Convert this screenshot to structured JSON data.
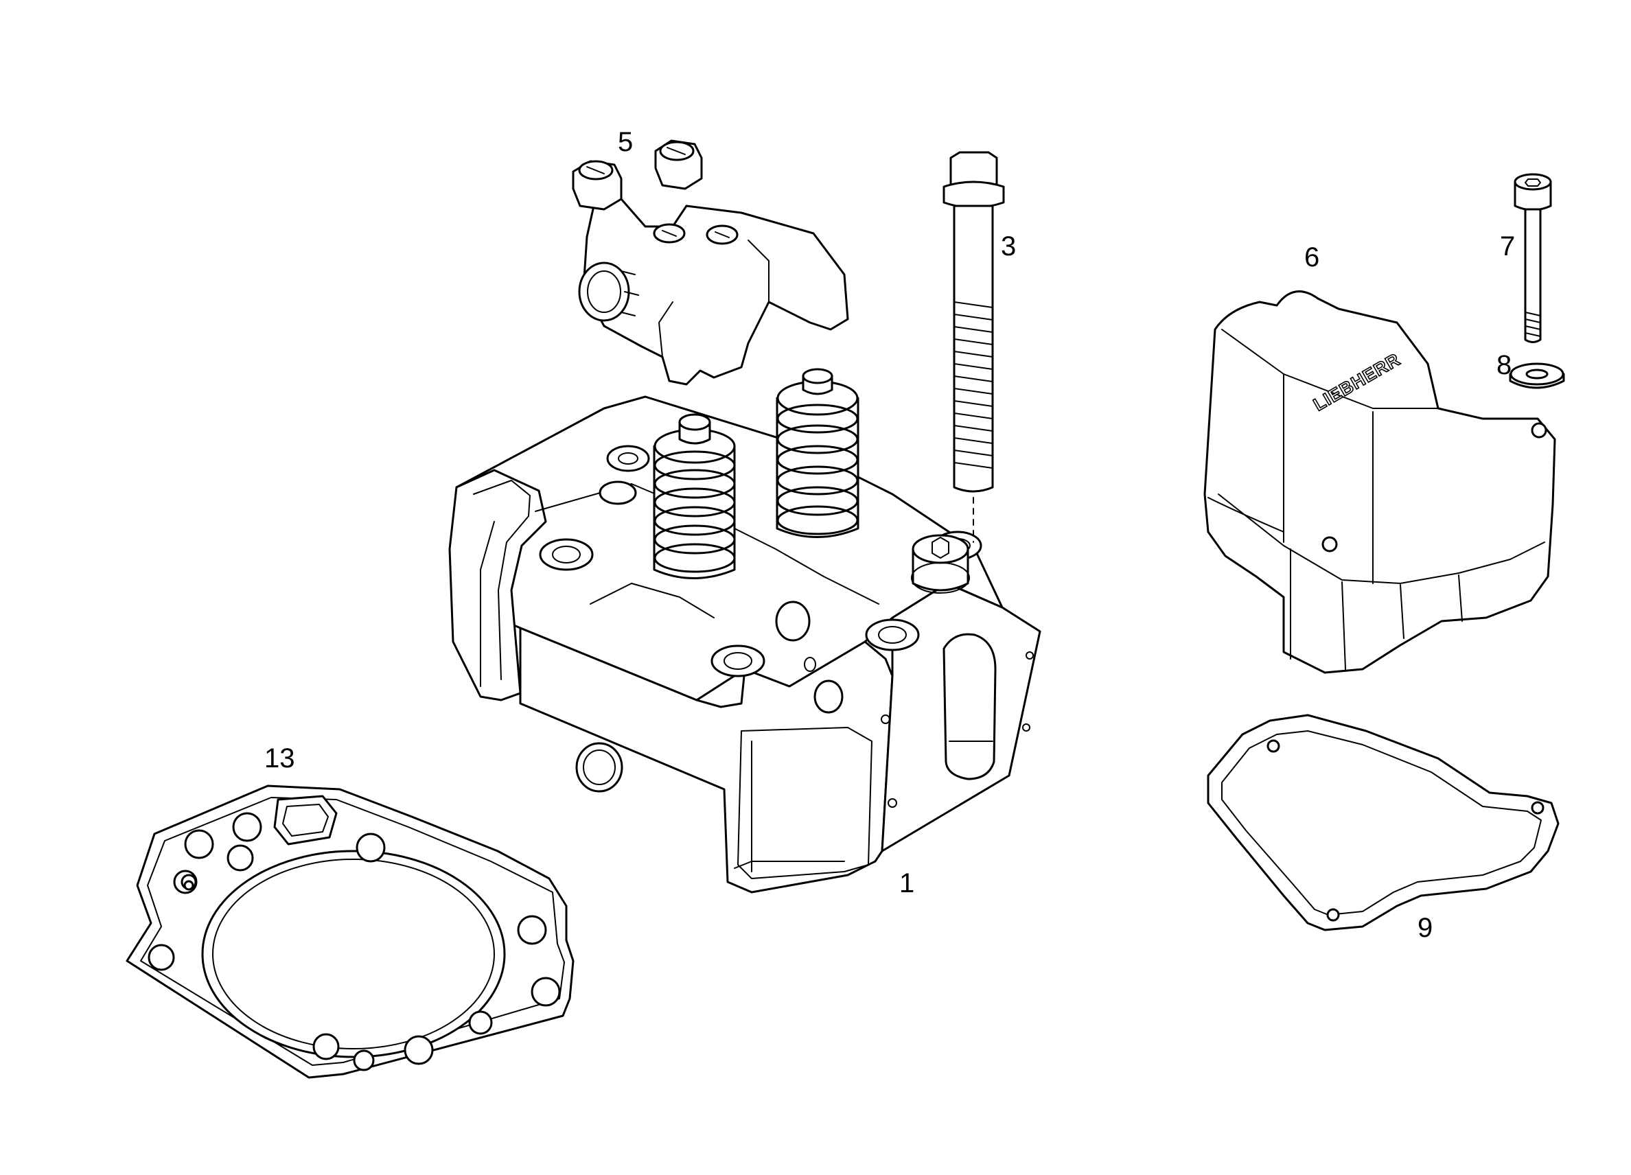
{
  "labels": {
    "p1": "1",
    "p3": "3",
    "p5": "5",
    "p6": "6",
    "p7": "7",
    "p8": "8",
    "p9": "9",
    "p13": "13"
  },
  "cover_brand": "LIEBHERR"
}
